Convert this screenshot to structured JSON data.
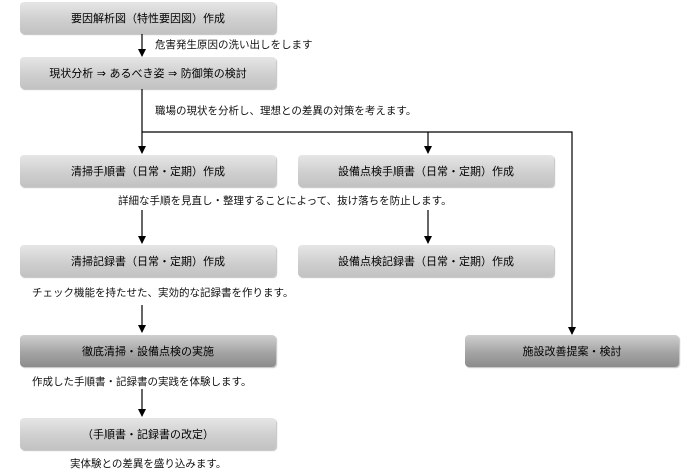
{
  "steps": {
    "factor_analysis": "要因解析図（特性要因図）作成",
    "current_analysis": "現状分析 ⇒ あるべき姿 ⇒ 防御策の検討",
    "cleaning_procedure": "清掃手順書（日常・定期）作成",
    "inspection_procedure": "設備点検手順書（日常・定期）作成",
    "cleaning_record": "清掃記録書（日常・定期）作成",
    "inspection_record": "設備点検記録書（日常・定期）作成",
    "thorough_cleaning": "徹底清掃・設備点検の実施",
    "facility_improvement": "施設改善提案・検討",
    "revision": "（手順書・記録書の改定）"
  },
  "notes": {
    "after_factor_analysis": "危害発生原因の洗い出しをします",
    "after_current_analysis": "職場の現状を分析し、理想との差異の対策を考えます。",
    "after_procedures": "詳細な手順を見直し・整理することによって、抜け落ちを防止します。",
    "after_records": "チェック機能を持たせた、実効的な記録書を作ります。",
    "after_thorough_cleaning": "作成した手順書・記録書の実践を体験します。",
    "after_revision": "実体験との差異を盛り込みます。"
  }
}
